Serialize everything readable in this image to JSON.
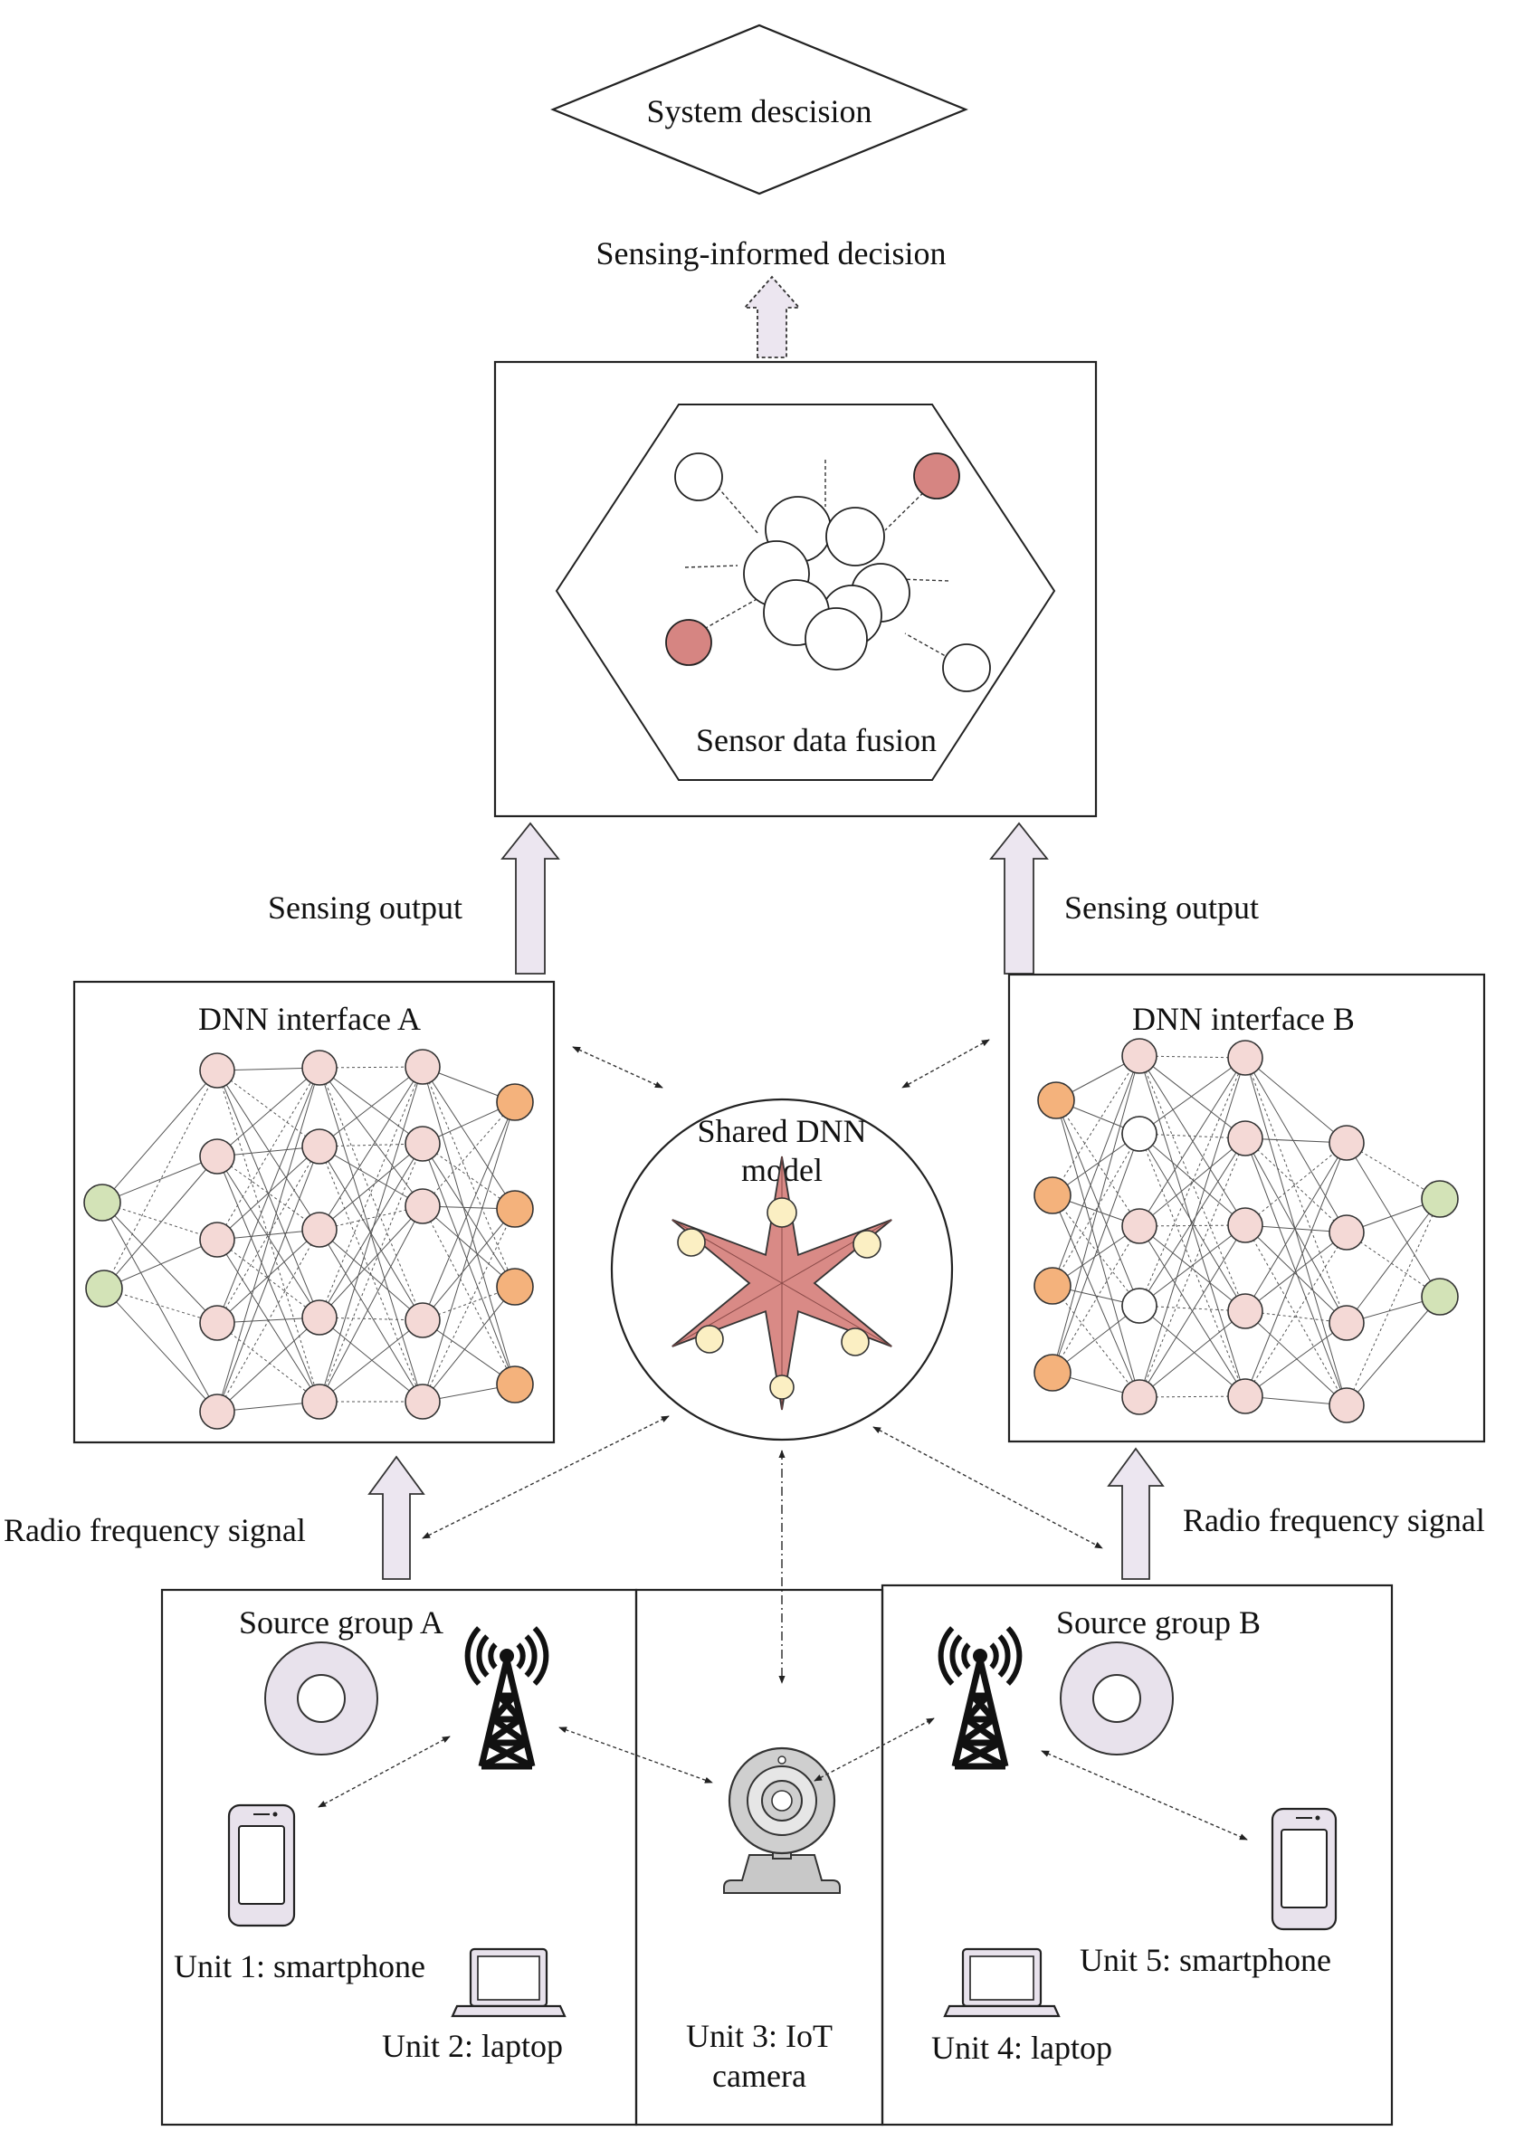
{
  "labels": {
    "system_decision": "System descision",
    "sensing_informed_decision": "Sensing-informed decision",
    "sensor_data_fusion": "Sensor data fusion",
    "sensing_output_left": "Sensing output",
    "sensing_output_right": "Sensing output",
    "dnn_a_title": "DNN interface A",
    "dnn_b_title": "DNN interface B",
    "shared_dnn_line1": "Shared DNN",
    "shared_dnn_line2": "model",
    "rf_left": "Radio frequency signal",
    "rf_right": "Radio frequency signal",
    "source_a": "Source group A",
    "source_b": "Source group B",
    "unit1": "Unit 1: smartphone",
    "unit2": "Unit 2: laptop",
    "unit3_line1": "Unit 3: IoT",
    "unit3_line2": "camera",
    "unit4": "Unit 4: laptop",
    "unit5": "Unit 5: smartphone"
  },
  "colors": {
    "node_pink": "#f4d9d6",
    "node_orange": "#f4b27c",
    "node_green": "#d3e3b7",
    "fusion_red": "#d68582",
    "star_fill": "#d98a86",
    "star_tip": "#fbefc3",
    "fat_arrow": "#ece6f0",
    "icon_gray": "#e8e2ec"
  }
}
